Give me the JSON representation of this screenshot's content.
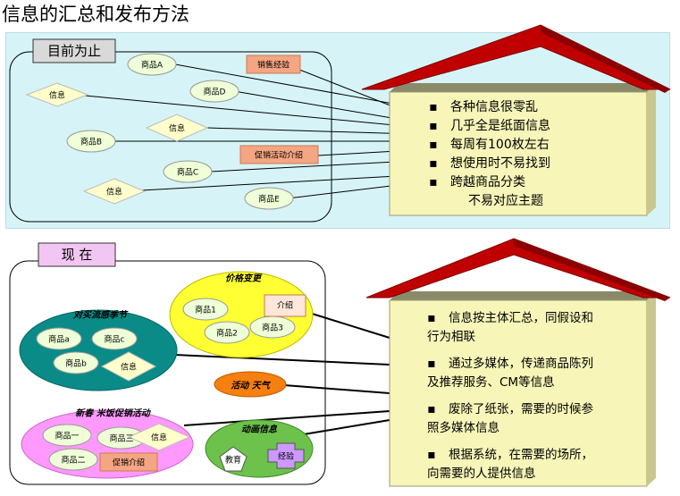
{
  "title": "信息的汇总和发布方法",
  "top": {
    "header": "目前为止",
    "nodes": {
      "a": "商品A",
      "b": "商品B",
      "c": "商品C",
      "d": "商品D",
      "e": "商品E",
      "info1": "信息",
      "info2": "信息",
      "info3": "信息",
      "sales": "销售经验",
      "promo": "促销活动介绍"
    },
    "bullets": [
      "各种信息很零乱",
      "几乎全是纸面信息",
      "每周有100枚左右",
      "想使用时不易找到",
      "跨越商品分类"
    ],
    "bullet_tail": "不易对应主题",
    "bullet_mark": "▪"
  },
  "bottom": {
    "header": "现 在",
    "groups": {
      "price": "价格变更",
      "season": "对买流感季节",
      "event": "活动 天气",
      "spring": "新春 米饭促销活动",
      "anim": "动画信息"
    },
    "nodes": {
      "p1": "商品1",
      "p2": "商品2",
      "p3": "商品3",
      "intro": "介绍",
      "sa": "商品a",
      "sc": "商品c",
      "sb": "商品b",
      "sinfo": "信息",
      "n1": "商品一",
      "n2": "商品二",
      "n3": "商品三",
      "ninfo": "信息",
      "npromo": "促销介绍",
      "edu": "教育",
      "exp": "经验"
    },
    "bullets": [
      [
        "信息按主体汇总，同假设和",
        "行为相联"
      ],
      [
        "通过多媒体，传递商品陈列",
        "及推荐服务、CM等信息"
      ],
      [
        "废除了纸张，需要的时候参",
        "照多媒体信息"
      ],
      [
        "根据系统，在需要的场所，",
        "向需要的人提供信息"
      ]
    ],
    "bullet_mark": "▪"
  },
  "colors": {
    "panel": "#d6f4f7",
    "roof": "#c00000",
    "house": "#f7f5b8",
    "node": "#efffd8",
    "diamond": "#ffffcc",
    "orange_box": "#f4a582",
    "header_box": "#d9d9d9",
    "header_box2": "#f2c6f2",
    "price_group": "#ffff33",
    "season_group": "#0b8b87",
    "event_group": "#f57f0f",
    "spring_group": "#ff99ff",
    "anim_group": "#6cc24a"
  }
}
